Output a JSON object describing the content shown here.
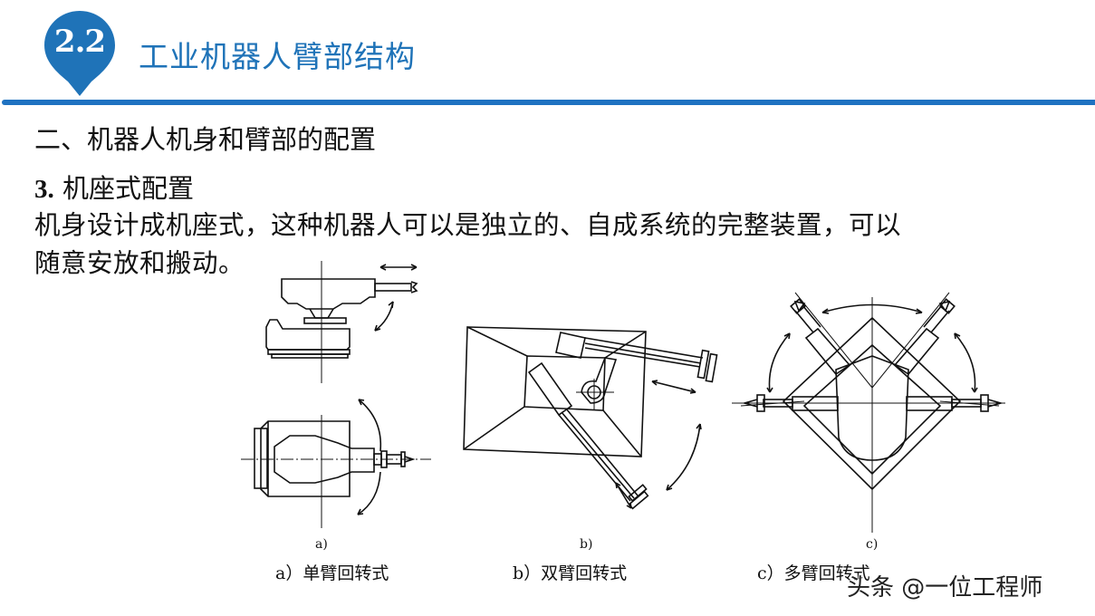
{
  "header": {
    "section_number": "2.2",
    "title": "工业机器人臂部结构",
    "accent_color": "#1f73b8"
  },
  "content": {
    "heading": "二、机器人机身和臂部的配置",
    "subheading_number": "3",
    "subheading_sep": ".",
    "subheading_text": "机座式配置",
    "paragraph_line1": "机身设计成机座式，这种机器人可以是独立的、自成系统的完整装置，可以",
    "paragraph_line2": "随意安放和搬动。"
  },
  "figure": {
    "panels": [
      {
        "label": "a)",
        "caption": "a）单臂回转式"
      },
      {
        "label": "b)",
        "caption": "b）双臂回转式"
      },
      {
        "label": "c)",
        "caption": "c）多臂回转式"
      }
    ]
  },
  "watermark": "头条 @一位工程师"
}
